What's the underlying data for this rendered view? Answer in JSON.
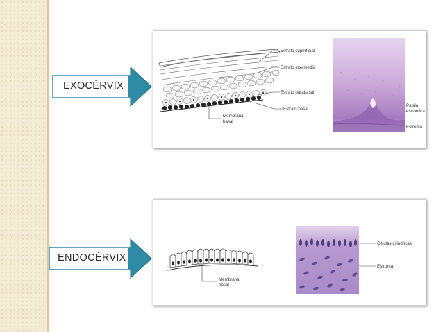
{
  "exo": {
    "arrow_label": "EXOCÉRVIX",
    "labels": {
      "superficial": "Estrato superficial",
      "intermedio": "Estrato intermedio",
      "parabasal": "Estrato parabasal",
      "basal": "Estrato basal",
      "membrana1": "Membrana",
      "membrana2": "basal",
      "papila1": "Papila",
      "papila2": "estrómica",
      "estroma": "Estroma"
    }
  },
  "endo": {
    "arrow_label": "ENDOCÉRVIX",
    "labels": {
      "membrana1": "Membrana",
      "membrana2": "basal",
      "celulas": "Células cilíndricas",
      "estroma": "Estroma"
    }
  },
  "colors": {
    "arrow_fill": "#2e8ba6",
    "arrow_stroke": "#1f6f87",
    "histo_purple": "#c7a6d6",
    "nuclei": "#3a2a6a"
  }
}
